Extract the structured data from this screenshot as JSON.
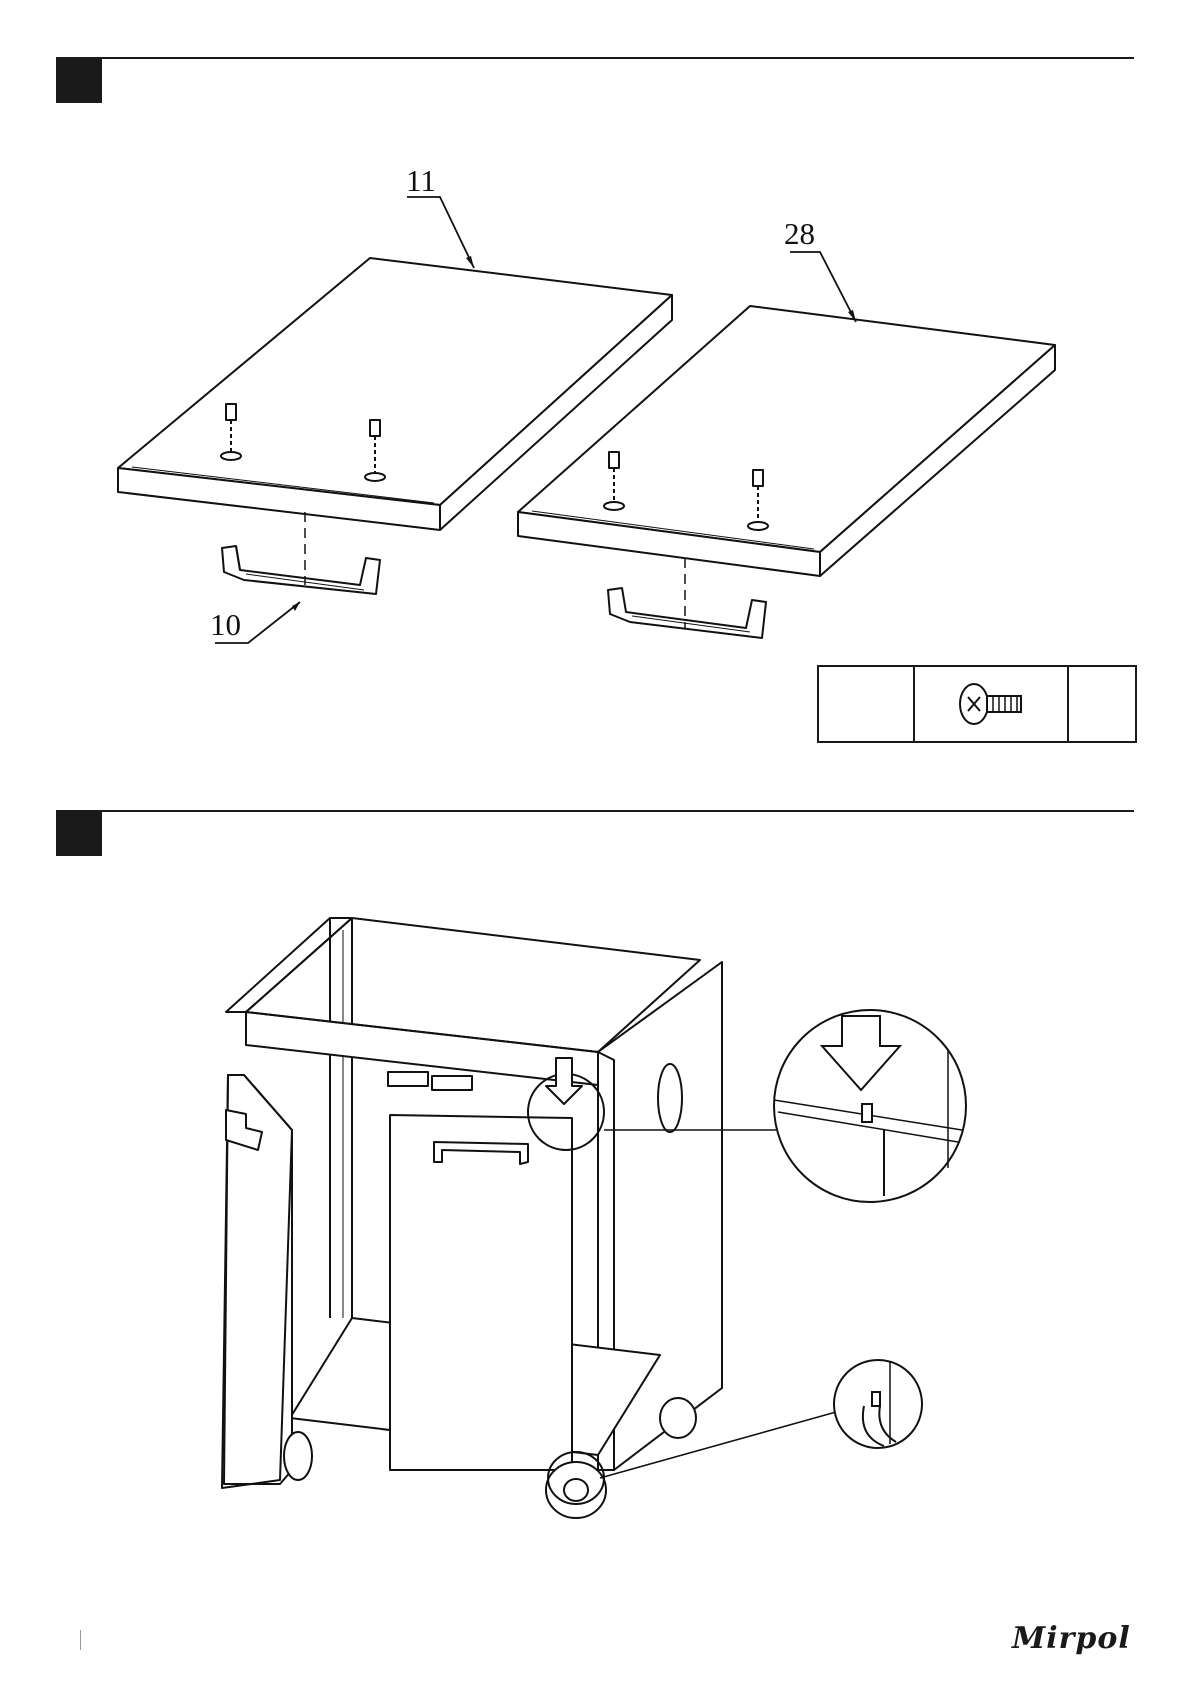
{
  "step1": {
    "callouts": {
      "top_left_panel": "11",
      "top_right_panel": "28",
      "handle": "10"
    },
    "parts_table": {
      "icon": "screw-icon",
      "quantity": "",
      "code": ""
    }
  },
  "step2": {},
  "footer": {
    "brand": "Mirpol",
    "page_number": ""
  }
}
